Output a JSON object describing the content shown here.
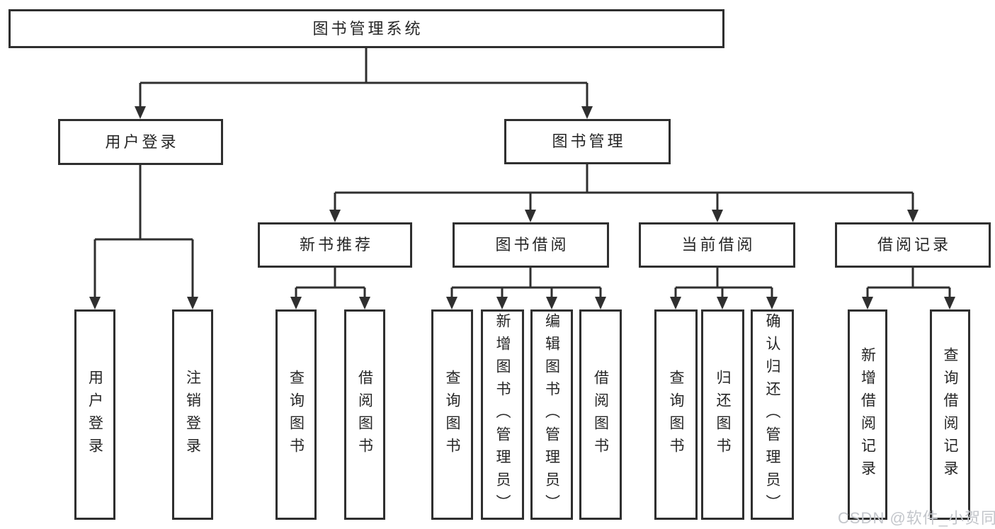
{
  "nodes": {
    "root": "图书管理系统",
    "user_login": "用户登录",
    "book_mgmt": "图书管理",
    "new_book": "新书推荐",
    "book_borrow": "图书借阅",
    "current_borrow": "当前借阅",
    "borrow_record": "借阅记录",
    "leaf_user_login": "用户登录",
    "leaf_logout": "注销登录",
    "leaf_nb_query": "查询图书",
    "leaf_nb_borrow": "借阅图书",
    "leaf_bb_query": "查询图书",
    "leaf_bb_add": "新增图书（管理员）",
    "leaf_bb_edit": "编辑图书（管理员）",
    "leaf_bb_borrow": "借阅图书",
    "leaf_cb_query": "查询图书",
    "leaf_cb_return": "归还图书",
    "leaf_cb_confirm": "确认归还（管理员）",
    "leaf_br_add": "新增借阅记录",
    "leaf_br_query": "查询借阅记录"
  },
  "tree": {
    "图书管理系统": [
      "用户登录",
      "图书管理"
    ],
    "用户登录": [
      "用户登录",
      "注销登录"
    ],
    "图书管理": [
      "新书推荐",
      "图书借阅",
      "当前借阅",
      "借阅记录"
    ],
    "新书推荐": [
      "查询图书",
      "借阅图书"
    ],
    "图书借阅": [
      "查询图书",
      "新增图书（管理员）",
      "编辑图书（管理员）",
      "借阅图书"
    ],
    "当前借阅": [
      "查询图书",
      "归还图书",
      "确认归还（管理员）"
    ],
    "借阅记录": [
      "新增借阅记录",
      "查询借阅记录"
    ]
  },
  "watermark": "CSDN @软件_小贺同学",
  "colors": {
    "line": "#2f2f2f",
    "box_border": "#2f2f2f",
    "box_bg": "#ffffff",
    "text": "#262626",
    "watermark": "#c3c6cb"
  }
}
